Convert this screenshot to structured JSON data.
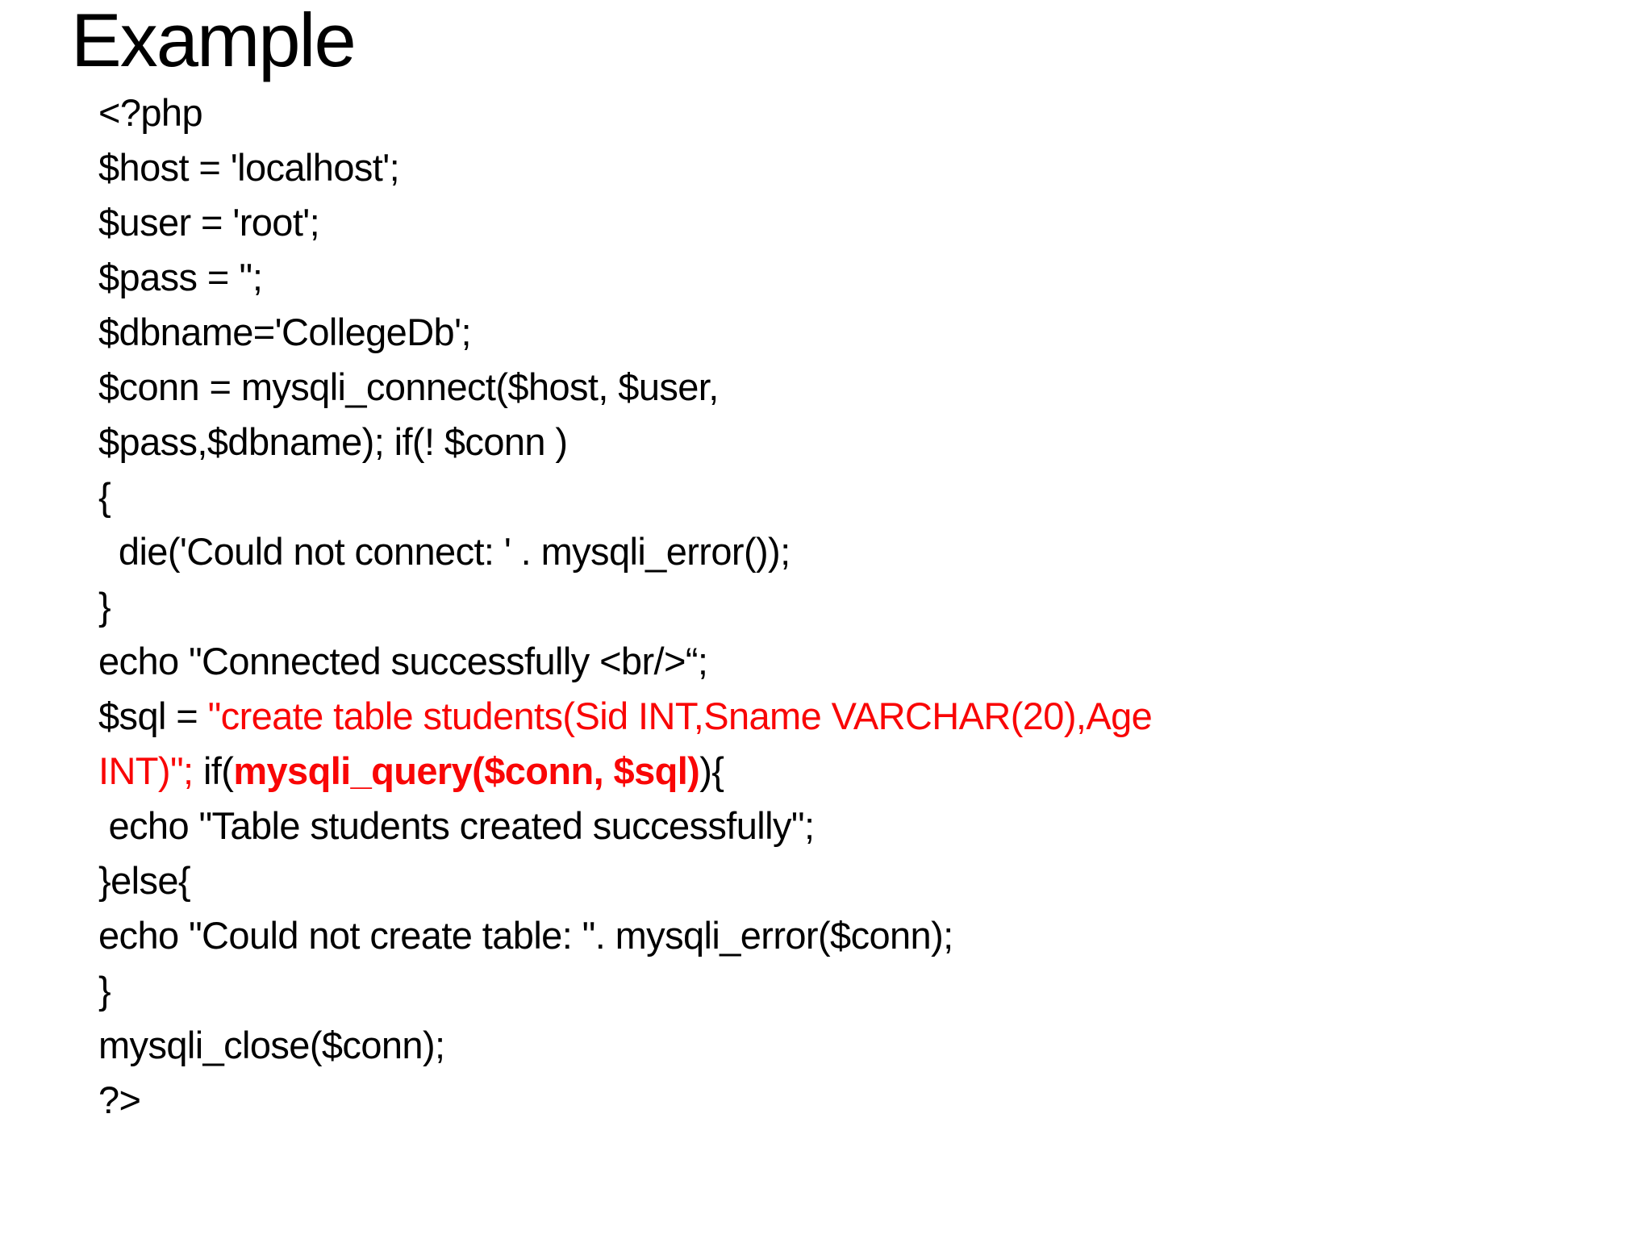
{
  "page": {
    "background": "#ffffff"
  },
  "colors": {
    "text": "#000000",
    "highlight_red": "#F90606"
  },
  "title": "Example",
  "code": {
    "language": "php",
    "lines": [
      {
        "segments": [
          {
            "t": "<?php"
          }
        ]
      },
      {
        "segments": [
          {
            "t": "$host = 'localhost';"
          }
        ]
      },
      {
        "segments": [
          {
            "t": "$user = 'root';"
          }
        ]
      },
      {
        "segments": [
          {
            "t": "$pass = '';"
          }
        ]
      },
      {
        "segments": [
          {
            "t": "$dbname='CollegeDb';"
          }
        ]
      },
      {
        "segments": [
          {
            "t": "$conn = mysqli_connect($host, $user,"
          }
        ]
      },
      {
        "segments": [
          {
            "t": "$pass,$dbname); if(! $conn )"
          }
        ]
      },
      {
        "segments": [
          {
            "t": "{"
          }
        ]
      },
      {
        "segments": [
          {
            "t": "  die('Could not connect: ' . mysqli_error());"
          }
        ]
      },
      {
        "segments": [
          {
            "t": "}"
          }
        ]
      },
      {
        "segments": [
          {
            "t": "echo \"Connected successfully <br/>“;"
          }
        ]
      },
      {
        "segments": [
          {
            "t": "$sql = "
          },
          {
            "t": "\"create table students(Sid INT,Sname VARCHAR(20),Age",
            "red": true
          }
        ]
      },
      {
        "segments": [
          {
            "t": "INT)\"; ",
            "red": true
          },
          {
            "t": "if("
          },
          {
            "t": "mysqli_query($conn, $sql)",
            "red": true,
            "bold": true
          },
          {
            "t": "){"
          }
        ]
      },
      {
        "segments": [
          {
            "t": " echo \"Table students created successfully\";"
          }
        ]
      },
      {
        "segments": [
          {
            "t": "}else{"
          }
        ]
      },
      {
        "segments": [
          {
            "t": "echo \"Could not create table: \". mysqli_error($conn);"
          }
        ]
      },
      {
        "segments": [
          {
            "t": "}"
          }
        ]
      },
      {
        "segments": [
          {
            "t": "mysqli_close($conn);"
          }
        ]
      },
      {
        "segments": [
          {
            "t": "?>"
          }
        ]
      }
    ]
  }
}
